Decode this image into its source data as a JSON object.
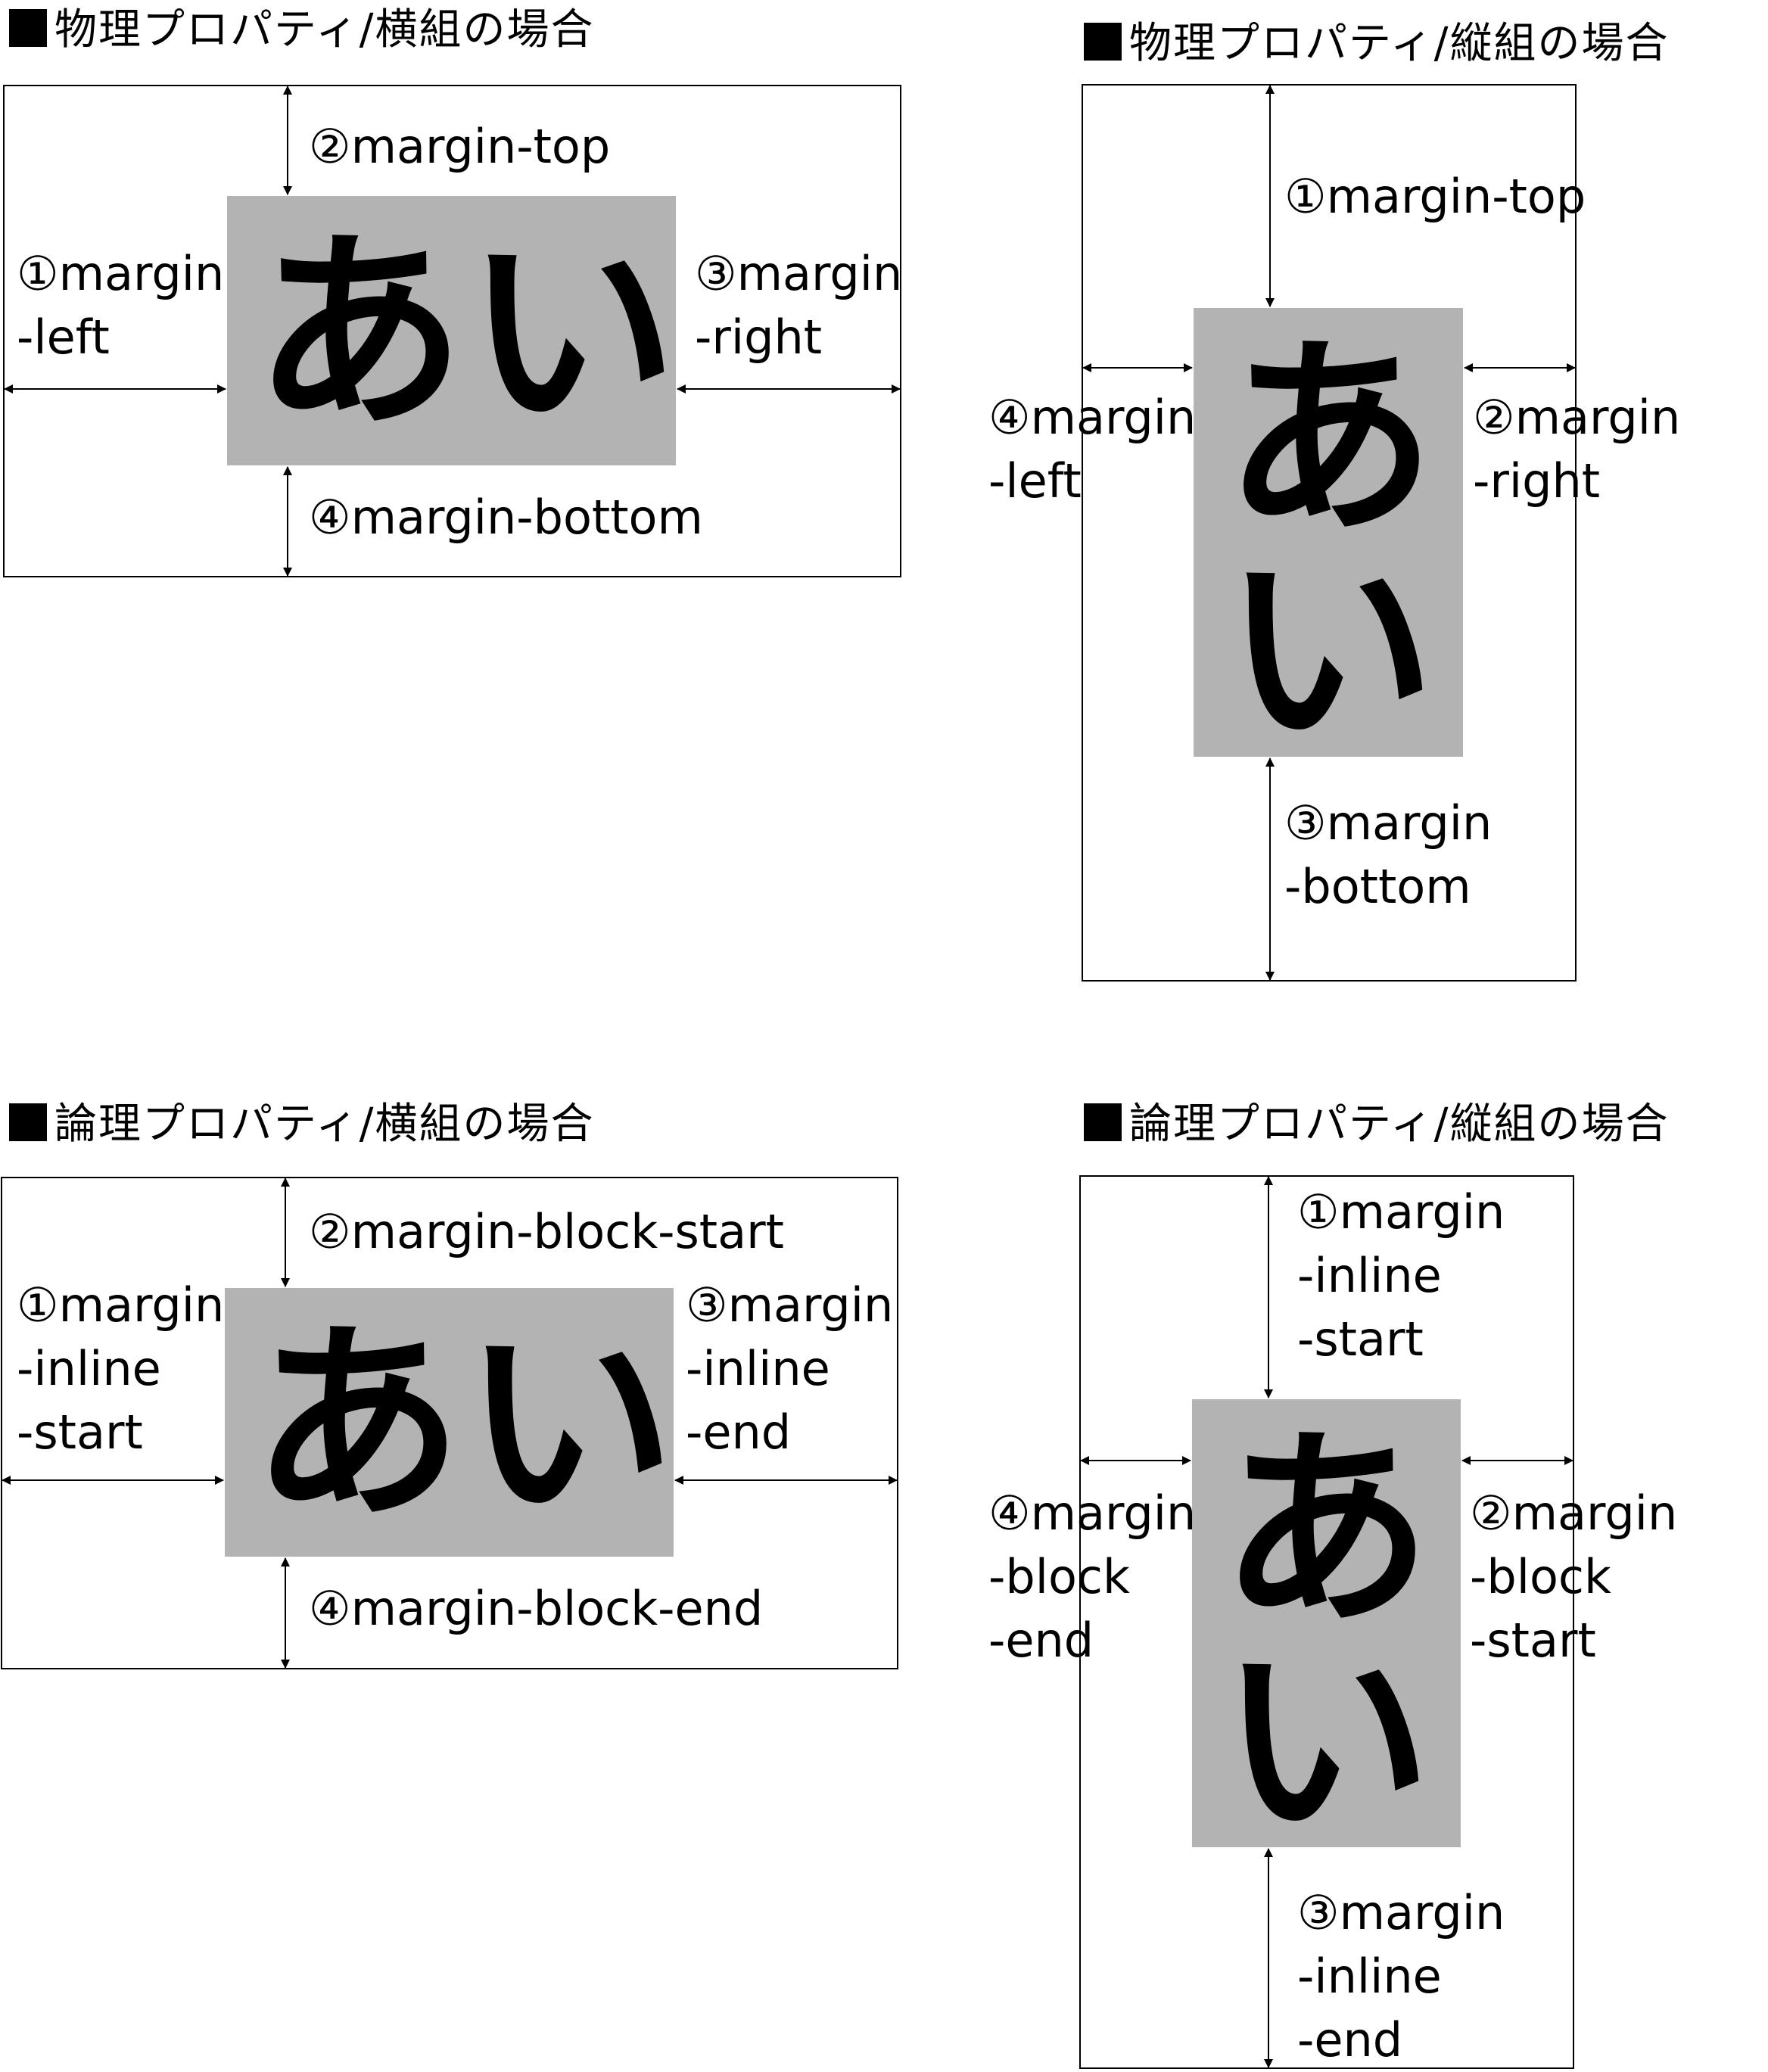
{
  "diagrams": [
    {
      "title": "物理プロパティ/横組の場合",
      "box_text": "あい",
      "labels": {
        "top": [
          "②margin-top"
        ],
        "left": [
          "①margin",
          "-left"
        ],
        "right": [
          "③margin",
          "-right"
        ],
        "bottom": [
          "④margin-bottom"
        ]
      }
    },
    {
      "title": "物理プロパティ/縦組の場合",
      "box_text": "あい",
      "labels": {
        "top": [
          "①margin-top"
        ],
        "left": [
          "④margin",
          "-left"
        ],
        "right": [
          "②margin",
          "-right"
        ],
        "bottom": [
          "③margin",
          "-bottom"
        ]
      }
    },
    {
      "title": "論理プロパティ/横組の場合",
      "box_text": "あい",
      "labels": {
        "top": [
          "②margin-block-start"
        ],
        "left": [
          "①margin",
          "-inline",
          "-start"
        ],
        "right": [
          "③margin",
          "-inline",
          "-end"
        ],
        "bottom": [
          "④margin-block-end"
        ]
      }
    },
    {
      "title": "論理プロパティ/縦組の場合",
      "box_text": "あい",
      "labels": {
        "top": [
          "①margin",
          "-inline",
          "-start"
        ],
        "left": [
          "④margin",
          "-block",
          "-end"
        ],
        "right": [
          "②margin",
          "-block",
          "-start"
        ],
        "bottom": [
          "③margin",
          "-inline",
          "-end"
        ]
      }
    }
  ]
}
